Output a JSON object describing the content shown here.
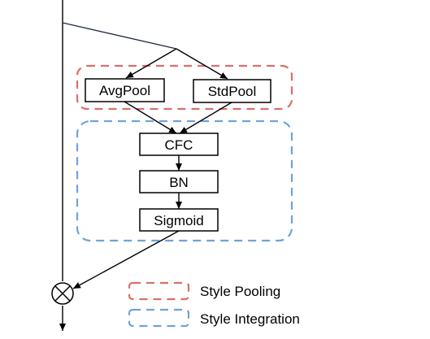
{
  "nodes": {
    "avgpool": "AvgPool",
    "stdpool": "StdPool",
    "cfc": "CFC",
    "bn": "BN",
    "sigmoid": "Sigmoid"
  },
  "legend": [
    {
      "label": "Style Pooling",
      "color": "#d9706b"
    },
    {
      "label": "Style Integration",
      "color": "#6fa3d8"
    }
  ],
  "operator_symbol": "element-wise multiplication"
}
